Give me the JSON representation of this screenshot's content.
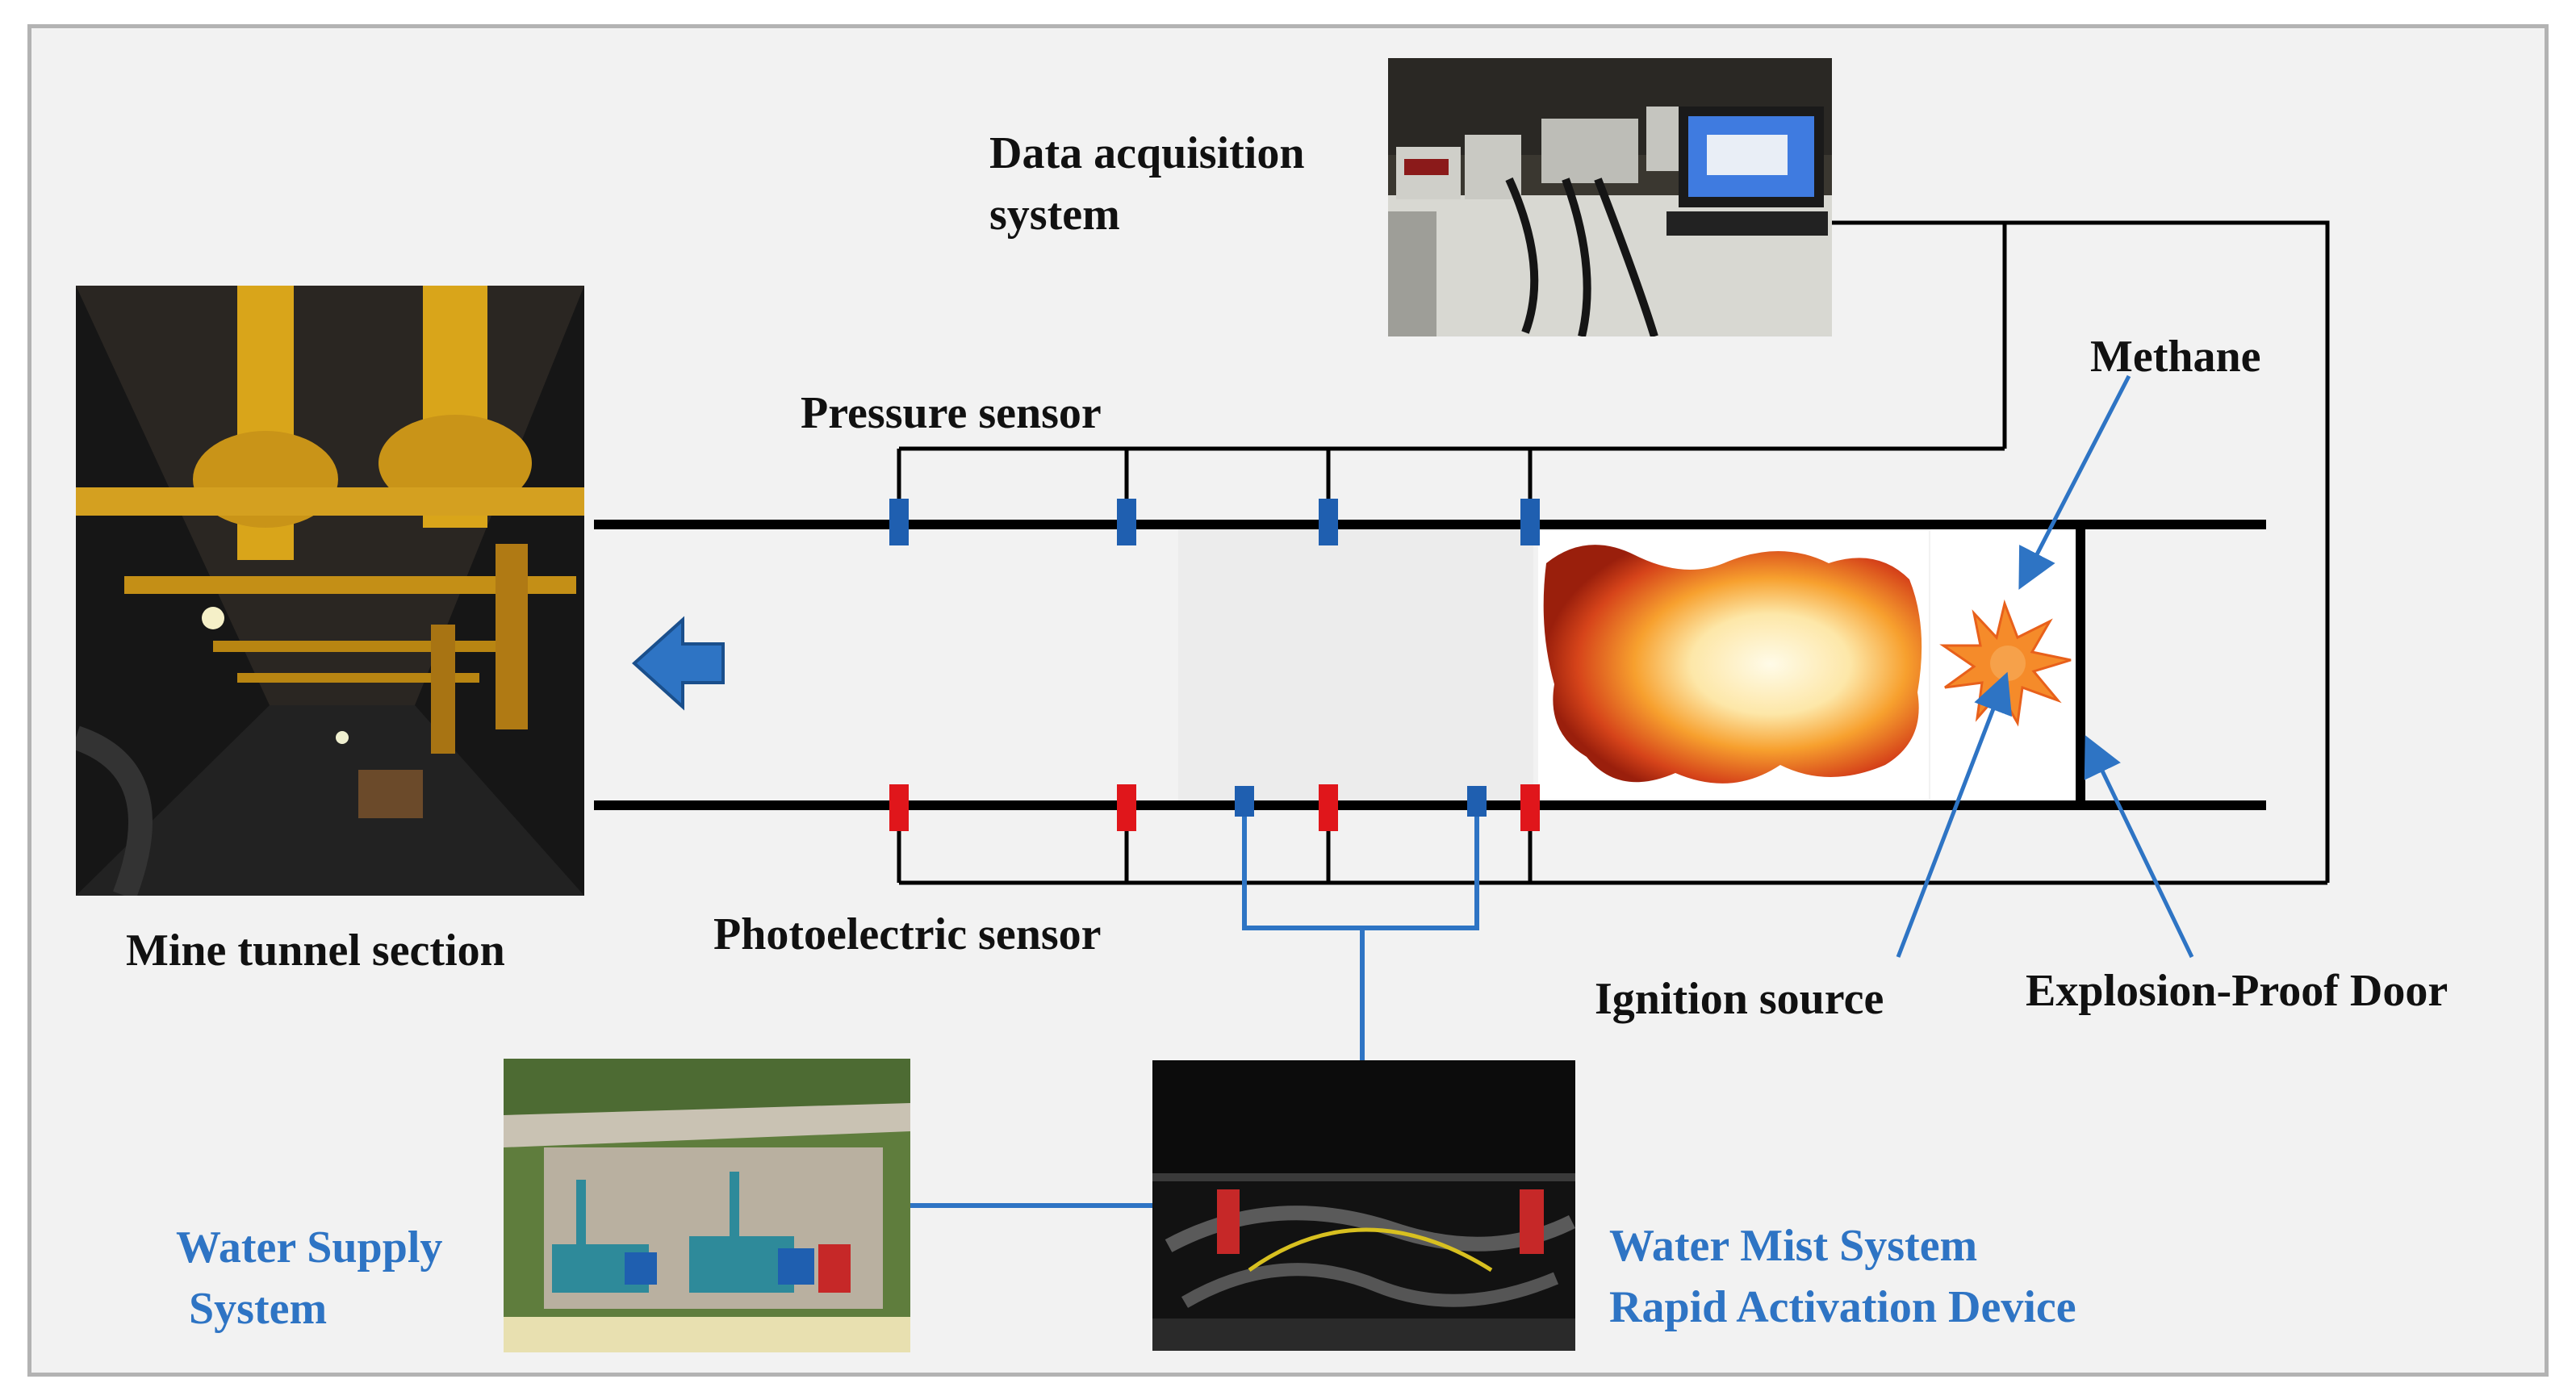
{
  "labels": {
    "data_acquisition": [
      "Data acquisition",
      "system"
    ],
    "pressure_sensor": "Pressure sensor",
    "methane": "Methane",
    "mine_tunnel": "Mine tunnel section",
    "photoelectric_sensor": "Photoelectric sensor",
    "ignition_source": "Ignition source",
    "explosion_door": "Explosion-Proof Door",
    "water_supply": [
      "Water Supply",
      "System"
    ],
    "water_mist": [
      "Water Mist System",
      "Rapid Activation Device"
    ]
  },
  "colors": {
    "label_blue": "#2e74c4",
    "pressure_sensor": "#1f5fb0",
    "photoelectric_sensor": "#e0161b",
    "tube": "#000000",
    "frame_bg": "#f2f2f2"
  },
  "icons": {
    "flow_arrow": "left-arrow-icon",
    "ignition": "spark-burst-icon",
    "flame": "flame-region"
  }
}
